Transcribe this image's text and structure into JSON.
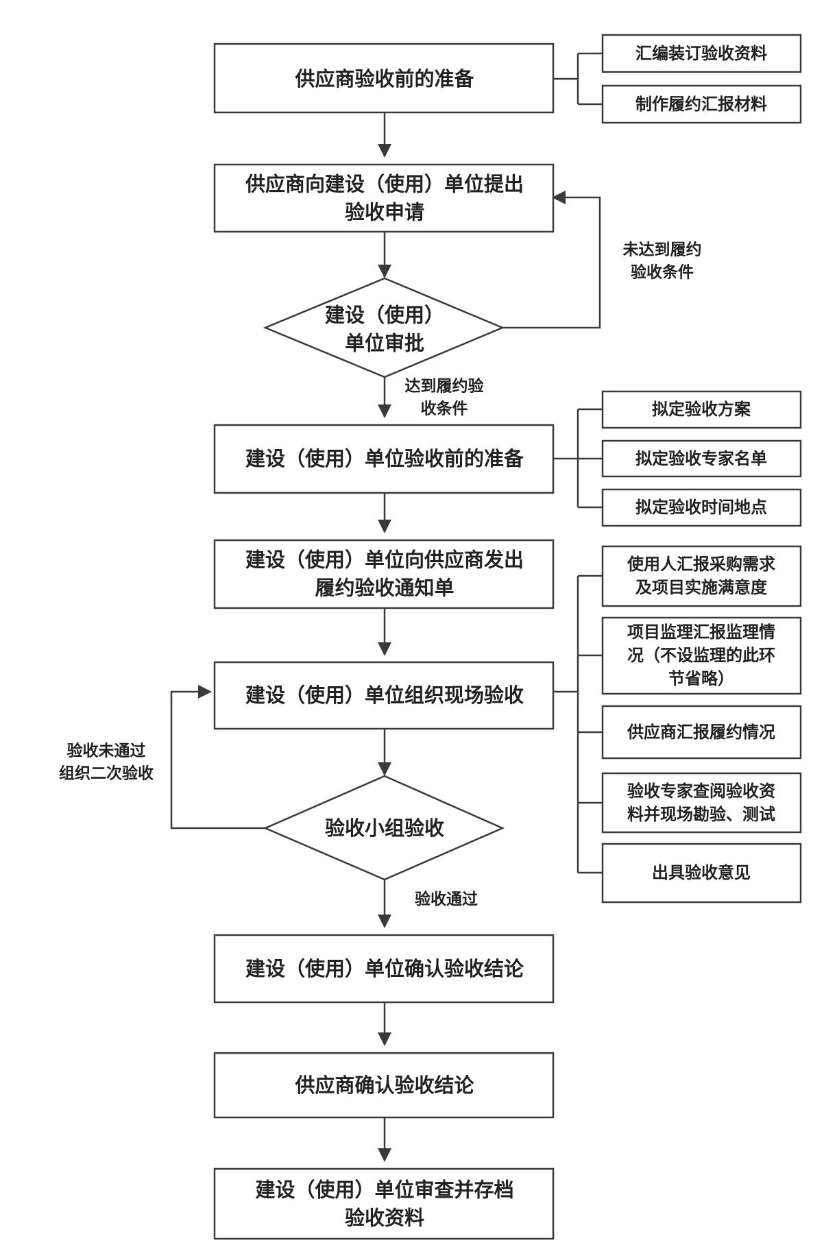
{
  "flow": {
    "prep_supplier": [
      "供应商验收前的准备"
    ],
    "apply": [
      "供应商向建设（使用）单位提出",
      "验收申请"
    ],
    "approve": [
      "建设（使用）",
      "单位审批"
    ],
    "prep_unit": [
      "建设（使用）单位验收前的准备"
    ],
    "notice": [
      "建设（使用）单位向供应商发出",
      "履约验收通知单"
    ],
    "onsite": [
      "建设（使用）单位组织现场验收"
    ],
    "group_check": [
      "验收小组验收"
    ],
    "unit_confirm": [
      "建设（使用）单位确认验收结论"
    ],
    "supplier_confirm": [
      "供应商确认验收结论"
    ],
    "archive": [
      "建设（使用）单位审查并存档",
      "验收资料"
    ]
  },
  "side": {
    "compile_docs": [
      "汇编装订验收资料"
    ],
    "make_report": [
      "制作履约汇报材料"
    ],
    "plan": [
      "拟定验收方案"
    ],
    "experts": [
      "拟定验收专家名单"
    ],
    "time_place": [
      "拟定验收时间地点"
    ],
    "user_report": [
      "使用人汇报采购需求",
      "及项目实施满意度"
    ],
    "supervisor_report": [
      "项目监理汇报监理情",
      "况（不设监理的此环",
      "节省略）"
    ],
    "supplier_report": [
      "供应商汇报履约情况"
    ],
    "expert_review": [
      "验收专家查阅验收资",
      "料并现场勘验、测试"
    ],
    "opinion": [
      "出具验收意见"
    ]
  },
  "labels": {
    "not_met": [
      "未达到履约",
      "验收条件"
    ],
    "met": [
      "达到履约验",
      "收条件"
    ],
    "failed": [
      "验收未通过",
      "组织二次验收"
    ],
    "passed": [
      "验收通过"
    ]
  },
  "colors": {
    "line": "#3a3a3a",
    "text": "#222222",
    "fill": "#ffffff"
  }
}
